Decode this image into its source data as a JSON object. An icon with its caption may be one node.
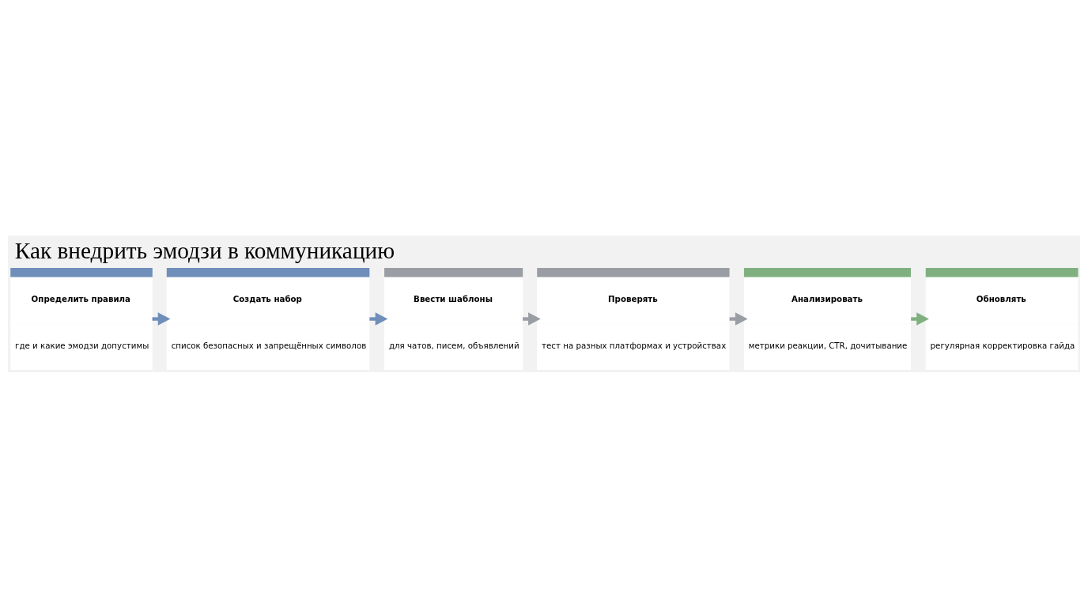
{
  "diagram": {
    "title": "Как внедрить эмодзи в коммуникацию",
    "nodes": [
      {
        "text": [
          "Определить правила",
          "где и какие эмодзи допустимы"
        ]
      },
      {
        "text": [
          "Создать набор",
          "список безопасных и запрещённых символов"
        ]
      },
      {
        "text": [
          "Ввести шаблоны",
          "для чатов, писем, объявлений"
        ]
      },
      {
        "text": [
          "Проверять",
          "тест на разных платформах и устройствах"
        ]
      },
      {
        "text": [
          "Анализировать",
          "метрики реакции, CTR, дочитывание"
        ]
      },
      {
        "text": [
          "Обновлять",
          "регулярная корректировка гайда"
        ]
      }
    ],
    "edges": [
      {
        "from": 0,
        "to": 1,
        "arrow": "to",
        "color": "#6f8fba"
      },
      {
        "from": 1,
        "to": 2,
        "arrow": "to",
        "color": "#6f8fba"
      },
      {
        "from": 2,
        "to": 3,
        "arrow": "to",
        "color": "#9a9ea4"
      },
      {
        "from": 3,
        "to": 4,
        "arrow": "to",
        "color": "#9a9ea4"
      },
      {
        "from": 4,
        "to": 5,
        "arrow": "to",
        "color": "#80b080"
      }
    ]
  }
}
